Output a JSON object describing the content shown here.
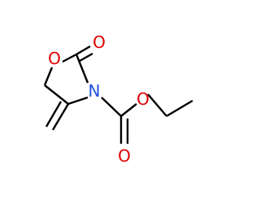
{
  "molecule": {
    "atoms": [
      {
        "id": "o-ring",
        "symbol": "O",
        "color": "#e00000"
      },
      {
        "id": "o-carbonyl-ring",
        "symbol": "O",
        "color": "#e00000"
      },
      {
        "id": "n-ring",
        "symbol": "N",
        "color": "#2050e0"
      },
      {
        "id": "o-ester",
        "symbol": "O",
        "color": "#e00000"
      },
      {
        "id": "o-carbonyl-ester",
        "symbol": "O",
        "color": "#e00000"
      }
    ],
    "bond_color": "#000000"
  }
}
